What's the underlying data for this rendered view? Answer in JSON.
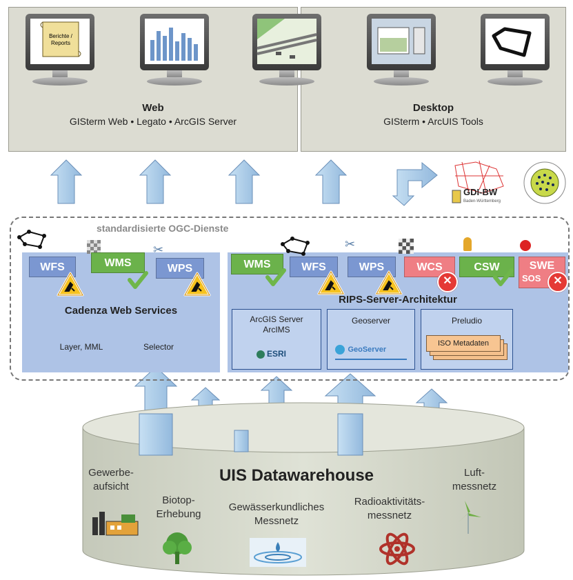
{
  "panels": {
    "web": {
      "title": "Web",
      "subtitle": "GISterm Web • Legato • ArcGIS Server"
    },
    "desktop": {
      "title": "Desktop",
      "subtitle": "GISterm • ArcUIS Tools"
    }
  },
  "report_scroll_text": "Berichte / Reports",
  "logos": {
    "gdi": "GDI-BW",
    "gdi_sub": "Baden-Württemberg"
  },
  "ogc": {
    "title": "standardisierte OGC-Dienste",
    "cadenza": {
      "title": "Cadenza Web Services",
      "labels": [
        "Layer, MML",
        "Selector"
      ],
      "services": [
        "WFS",
        "WMS",
        "WPS"
      ]
    },
    "rips": {
      "title": "RIPS-Server-Architektur",
      "services": [
        "WMS",
        "WFS",
        "WPS",
        "WCS",
        "CSW",
        "SWE"
      ],
      "sos": "SOS",
      "boxes": [
        {
          "title": "ArcGIS Server ArcIMS",
          "logo": "ESRI"
        },
        {
          "title": "Geoserver",
          "logo": "GeoServer"
        },
        {
          "title": "Preludio",
          "logo": "ISO Metadaten"
        }
      ]
    }
  },
  "warehouse": {
    "title": "UIS Datawarehouse",
    "sources": [
      "Gewerbe-aufsicht",
      "Biotop-Erhebung",
      "Gewässerkundliches Messnetz",
      "Radioaktivitäts-messnetz",
      "Luft-messnetz"
    ]
  },
  "colors": {
    "arrow": "#a9cbe8",
    "service_blue": "#7b97d1",
    "service_green": "#6bb24b",
    "service_red": "#ef7e84"
  }
}
